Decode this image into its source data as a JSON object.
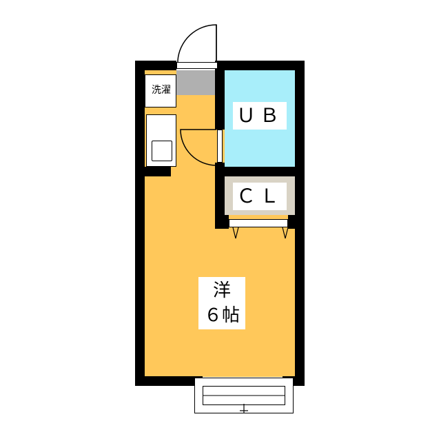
{
  "rooms": {
    "unit_bath": {
      "label": "ＵＢ",
      "color": "#a8eefa"
    },
    "closet": {
      "label": "ＣＬ",
      "color": "#d9d3c5"
    },
    "washer": {
      "label": "洗濯"
    },
    "western_room": {
      "label_type": "洋",
      "label_size": "６帖",
      "color": "#ffc85a"
    }
  }
}
